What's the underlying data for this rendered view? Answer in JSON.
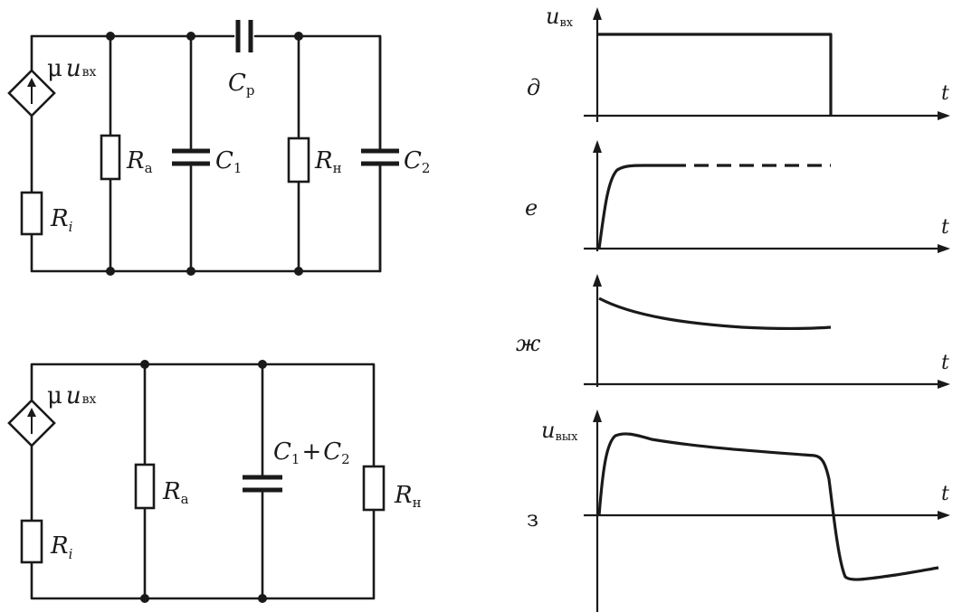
{
  "circuit_top": {
    "source": {
      "mu": "μ",
      "var": "u",
      "sub": "вх"
    },
    "Ri": {
      "main": "R",
      "sub": "i"
    },
    "Ra": {
      "main": "R",
      "sub": "а"
    },
    "C1": {
      "main": "C",
      "sub": "1"
    },
    "Cp": {
      "main": "C",
      "sub": "р"
    },
    "Rn": {
      "main": "R",
      "sub": "н"
    },
    "C2": {
      "main": "C",
      "sub": "2"
    }
  },
  "circuit_bottom": {
    "source": {
      "mu": "μ",
      "var": "u",
      "sub": "вх"
    },
    "Ri": {
      "main": "R",
      "sub": "i"
    },
    "Ra": {
      "main": "R",
      "sub": "а"
    },
    "C12": {
      "main1": "C",
      "sub1": "1",
      "plus": "+",
      "main2": "C",
      "sub2": "2"
    },
    "Rn": {
      "main": "R",
      "sub": "н"
    }
  },
  "graphs": {
    "d": {
      "panel_label": "д",
      "y_label": "u",
      "y_sub": "вх",
      "x_label": "t"
    },
    "e": {
      "panel_label": "е",
      "x_label": "t"
    },
    "zh": {
      "panel_label": "ж",
      "x_label": "t"
    },
    "z": {
      "panel_label": "з",
      "y_label": "u",
      "y_sub": "вых",
      "x_label": "t"
    }
  }
}
